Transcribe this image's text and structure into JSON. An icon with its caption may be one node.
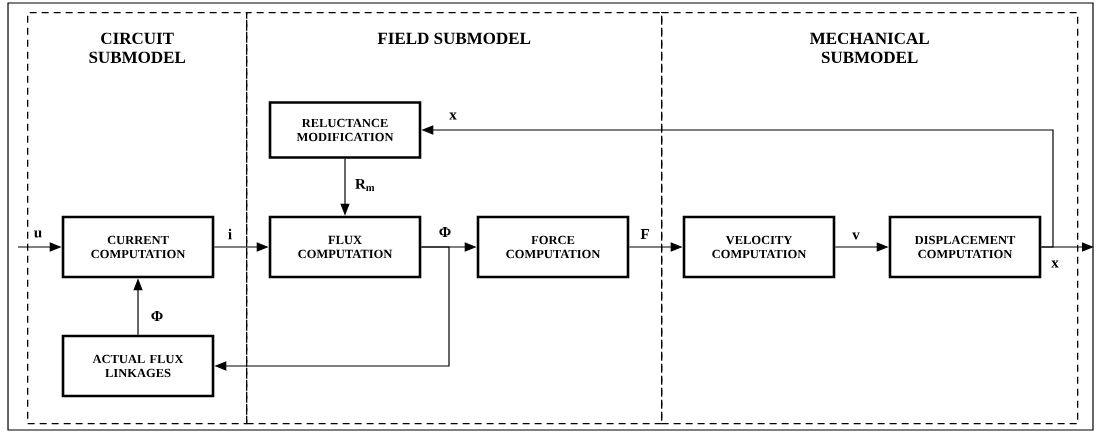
{
  "diagram": {
    "nodes": [
      {
        "text": [
          "CIRCUIT SUBMODEL"
        ]
      },
      {
        "text": [
          "FIELD SUBMODEL"
        ]
      },
      {
        "text": [
          "MECHANICAL SUBMODEL"
        ]
      },
      {
        "text": [
          "RELUCTANCE MODIFICATION"
        ],
        "in": 1
      },
      {
        "text": [
          "CURRENT COMPUTATION"
        ],
        "in": 0
      },
      {
        "text": [
          "FLUX COMPUTATION"
        ],
        "in": 1
      },
      {
        "text": [
          "FORCE COMPUTATION"
        ],
        "in": 1
      },
      {
        "text": [
          "VELOCITY COMPUTATION"
        ],
        "in": 2
      },
      {
        "text": [
          "DISPLACEMENT COMPUTATION"
        ],
        "in": 2
      },
      {
        "text": [
          "ACTUAL FLUX LINKAGES"
        ],
        "in": 0
      }
    ],
    "edges": [
      {
        "from": null,
        "to": 4,
        "arrow": "to",
        "label": "u"
      },
      {
        "from": 4,
        "to": 5,
        "arrow": "to",
        "label": "i"
      },
      {
        "from": 3,
        "to": 5,
        "arrow": "to",
        "label": "R$_{m}$"
      },
      {
        "from": 5,
        "to": 6,
        "arrow": "to",
        "label": "Φ"
      },
      {
        "from": 5,
        "to": 9,
        "arrow": "to"
      },
      {
        "from": 9,
        "to": 4,
        "arrow": "to",
        "label": "Φ"
      },
      {
        "from": 6,
        "to": 7,
        "arrow": "to",
        "label": "F"
      },
      {
        "from": 7,
        "to": 8,
        "arrow": "to",
        "label": "v"
      },
      {
        "from": 8,
        "to": null,
        "arrow": "to",
        "label": "x"
      },
      {
        "from": 8,
        "to": 3,
        "arrow": "to",
        "label": "x"
      }
    ]
  }
}
